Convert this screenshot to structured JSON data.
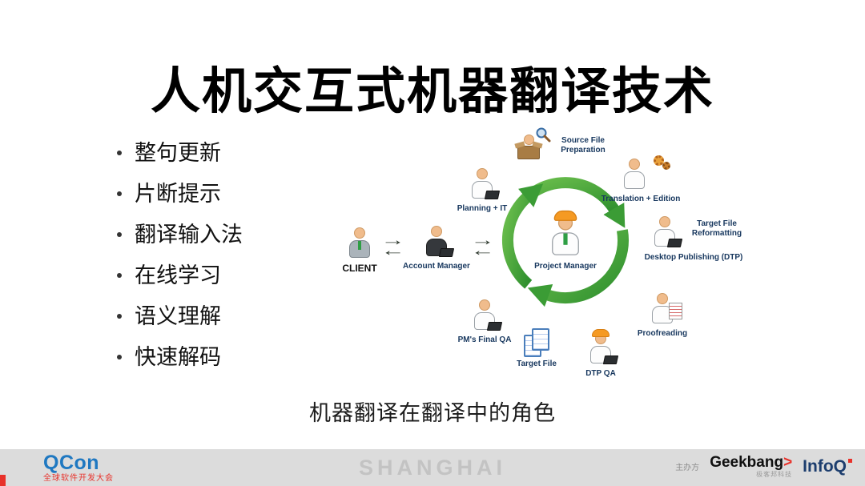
{
  "slide": {
    "title": "人机交互式机器翻译技术",
    "bullets": [
      "整句更新",
      "片断提示",
      "翻译输入法",
      "在线学习",
      "语义理解",
      "快速解码"
    ],
    "caption": "机器翻译在翻译中的角色"
  },
  "diagram": {
    "nodes": {
      "client": "CLIENT",
      "account_manager": "Account Manager",
      "planning": "Planning + IT",
      "source_prep": "Source File Preparation",
      "translation": "Translation + Edition",
      "target_reformat": "Target File Reformatting",
      "desktop_publishing": "Desktop Publishing (DTP)",
      "proofreading": "Proofreading",
      "dtp_qa": "DTP QA",
      "target_file": "Target File",
      "pm_final_qa": "PM's Final QA",
      "project_manager": "Project Manager"
    },
    "icons": {
      "arrow_right": "→",
      "arrow_left": "←"
    },
    "colors": {
      "cycle_green": "#3b9c35",
      "hardhat_orange": "#f59a23"
    }
  },
  "footer": {
    "qcon_logo": "QCon",
    "qcon_tagline": "全球软件开发大会",
    "city_watermark": "SHANGHAI",
    "organizer_label": "主办方",
    "geekbang_logo": "Geekbang",
    "geekbang_arrow": ">",
    "geekbang_tagline": "极客邦科技",
    "infoq_logo": "InfoQ",
    "brand_colors": {
      "qcon_blue": "#1f78c1",
      "accent_red": "#e8312a",
      "infoq_navy": "#1c3d6e"
    }
  }
}
